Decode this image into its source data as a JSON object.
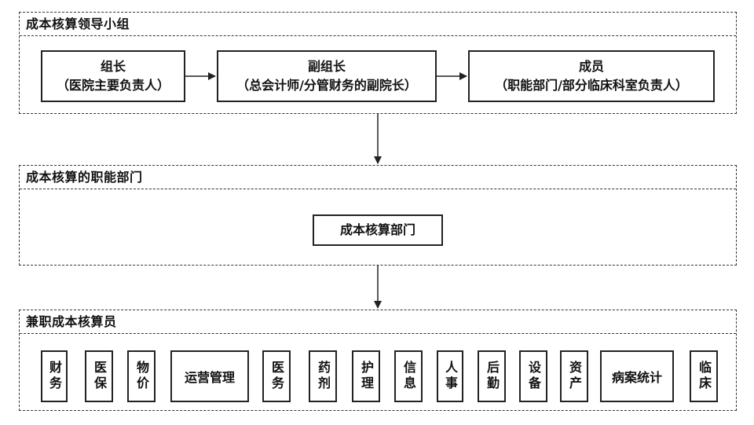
{
  "sections": {
    "leadership": {
      "title": "成本核算领导小组"
    },
    "functional": {
      "title": "成本核算的职能部门"
    },
    "parttime": {
      "title": "兼职成本核算员"
    }
  },
  "leadership_boxes": {
    "leader": {
      "title": "组长",
      "subtitle": "（医院主要负责人）"
    },
    "deputy": {
      "title": "副组长",
      "subtitle": "（总会计师/分管财务的副院长）"
    },
    "members": {
      "title": "成员",
      "subtitle": "（职能部门/部分临床科室负责人）"
    }
  },
  "functional_box": {
    "label": "成本核算部门"
  },
  "parttime_items": [
    "财务",
    "医保",
    "物价",
    "运营管理",
    "医务",
    "药剂",
    "护理",
    "信息",
    "人事",
    "后勤",
    "设备",
    "资产",
    "病案统计",
    "临床"
  ]
}
